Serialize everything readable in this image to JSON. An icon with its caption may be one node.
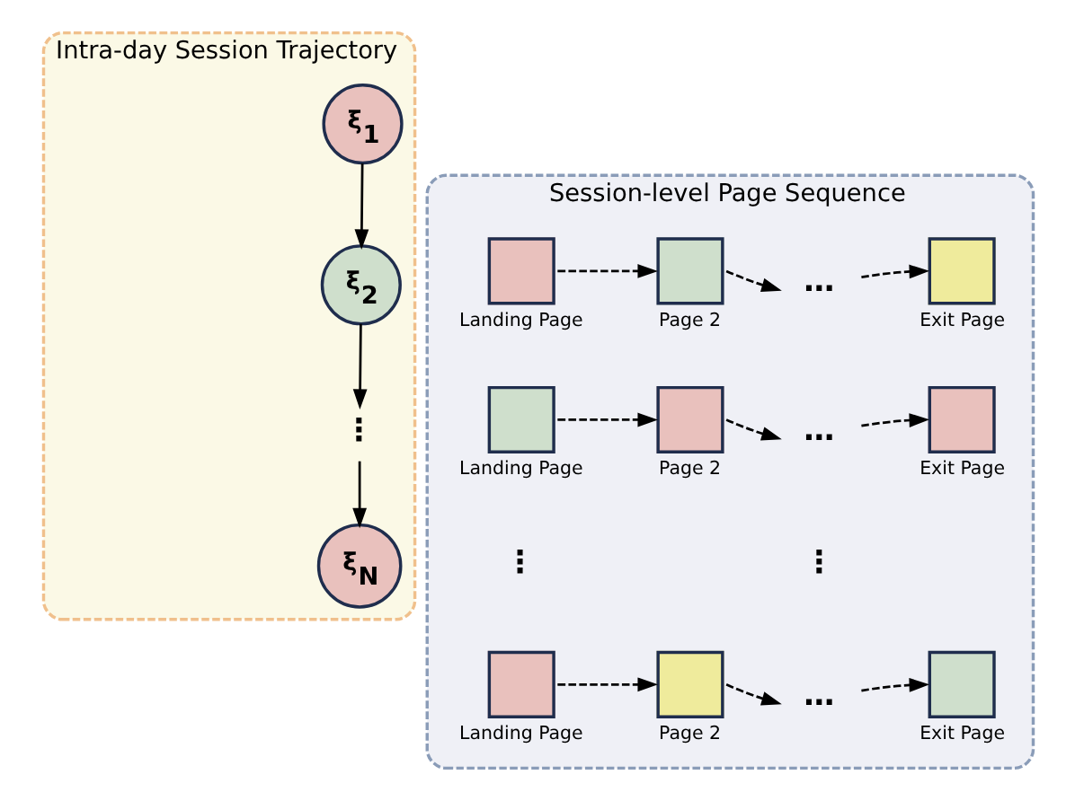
{
  "diagram": {
    "nodes": [
      {
        "text": [
          "Intra-day Session Trajectory"
        ]
      },
      {
        "text": [
          "ξ$_{1}$"
        ],
        "in": 0
      },
      {
        "text": [
          "ξ$_{2}$"
        ],
        "in": 0
      },
      {
        "text": [
          "⋮"
        ],
        "in": 0
      },
      {
        "text": [
          "ξ$_{N}$"
        ],
        "in": 0
      },
      {
        "text": [
          "Session-level Page Sequence"
        ]
      },
      {
        "text": [],
        "shape": "box",
        "in": 5,
        "beside": [
          "Landing Page"
        ]
      },
      {
        "text": [],
        "shape": "box",
        "in": 5,
        "beside": [
          "Page 2"
        ]
      },
      {
        "text": [
          "…"
        ],
        "in": 5
      },
      {
        "text": [],
        "shape": "box",
        "in": 5,
        "beside": [
          "Exit Page"
        ]
      },
      {
        "text": [],
        "shape": "box",
        "in": 5,
        "beside": [
          "Landing Page"
        ]
      },
      {
        "text": [],
        "shape": "box",
        "in": 5,
        "beside": [
          "Page 2"
        ]
      },
      {
        "text": [
          "…"
        ],
        "in": 5
      },
      {
        "text": [],
        "shape": "box",
        "in": 5,
        "beside": [
          "Exit Page"
        ]
      },
      {
        "text": [],
        "shape": "box",
        "in": 5,
        "beside": [
          "Landing Page"
        ]
      },
      {
        "text": [],
        "shape": "box",
        "in": 5,
        "beside": [
          "Page 2"
        ]
      },
      {
        "text": [
          "…"
        ],
        "in": 5
      },
      {
        "text": [],
        "shape": "box",
        "in": 5,
        "beside": [
          "Exit Page"
        ]
      }
    ],
    "edges": [
      {
        "from": 1,
        "to": 2,
        "arrow": "to"
      },
      {
        "from": 2,
        "to": 3,
        "arrow": "to"
      },
      {
        "from": 3,
        "to": 4,
        "arrow": "to"
      },
      {
        "from": 6,
        "to": 7,
        "arrow": "to",
        "style": "dashed"
      },
      {
        "from": 7,
        "to": 8,
        "arrow": "to",
        "style": "dashed"
      },
      {
        "from": 8,
        "to": 9,
        "arrow": "to",
        "style": "dashed"
      },
      {
        "from": 10,
        "to": 11,
        "arrow": "to",
        "style": "dashed"
      },
      {
        "from": 11,
        "to": 12,
        "arrow": "to",
        "style": "dashed"
      },
      {
        "from": 12,
        "to": 13,
        "arrow": "to",
        "style": "dashed"
      },
      {
        "from": 14,
        "to": 15,
        "arrow": "to",
        "style": "dashed"
      },
      {
        "from": 15,
        "to": 16,
        "arrow": "to",
        "style": "dashed"
      },
      {
        "from": 16,
        "to": 17,
        "arrow": "to",
        "style": "dashed"
      }
    ],
    "labels": [
      "⋮",
      "⋮"
    ]
  }
}
